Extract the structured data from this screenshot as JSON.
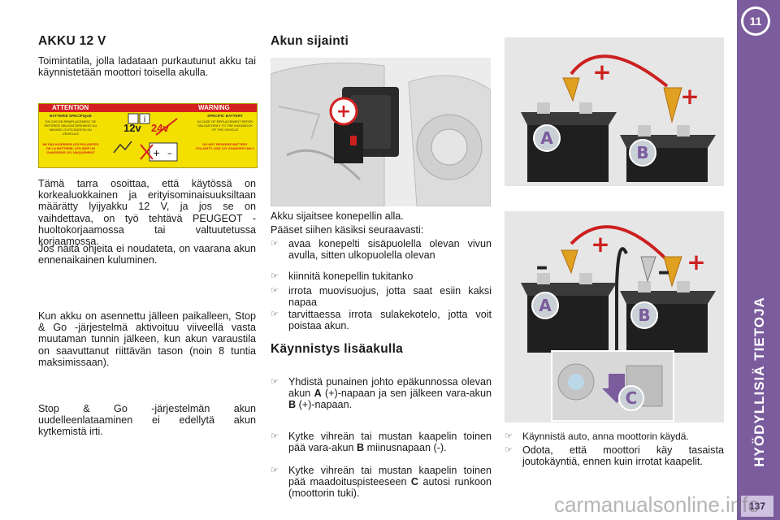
{
  "left": {
    "title": "AKKU 12 V",
    "intro": "Toimintatila, jolla ladataan purkautunut akku tai käynnistetään moottori toisella akulla.",
    "label": {
      "attention": "ATTENTION",
      "warning": "WARNING",
      "fr_head": "BATTERIE SPECIFIQUE",
      "fr_body": "EN CAS DE REMPLACEMENT SE REFERER OBLIGATOIREMENT AU MANUEL D'UTILISATION DU VEHICULE",
      "en_head": "SPECIFIC BATTERY",
      "en_body": "IN CASE OF REPLACEMENT REFER OBLIGATORILY TO THE HANDBOOK OF THE VEHICLE",
      "fr_warn": "NE PAS INVERSER LES POLARITES DE LA BATTERIE, UTILISER UN CHARGEUR 12V UNIQUEMENT",
      "en_warn": "DO NOT REVERSE BATTERY POLARITY, USE 12V CHARGER ONLY",
      "v12": "12v",
      "v24": "24v"
    },
    "p1": "Tämä tarra osoittaa, että käytössä on korkealuokkainen ja erityisominaisuuksiltaan määrätty lyijyakku 12 V, ja jos se on vaihdettava, on työ tehtävä PEUGEOT -huoltokorjaamossa tai valtuutetussa korjaamossa.",
    "p2": "Jos näitä ohjeita ei noudateta, on vaarana akun ennenaikainen kuluminen.",
    "p3": "Kun akku on asennettu jälleen paikalleen, Stop & Go -järjestelmä aktivoituu viiveellä vasta muutaman tunnin jälkeen, kun akun varaustila on saavuttanut riittävän tason (noin 8 tuntia maksimissaan).",
    "p4": "Stop & Go -järjestelmän akun uudelleenlataaminen ei edellytä akun kytkemistä irti."
  },
  "middle": {
    "title1": "Akun sijainti",
    "location_text": "Akku sijaitsee konepellin alla.",
    "access_text": "Pääset siihen käsiksi seuraavasti:",
    "steps": [
      "avaa konepelti sisäpuolella olevan vivun avulla, sitten ulkopuolella olevan",
      "kiinnitä konepellin tukitanko",
      "irrota muovisuojus, jotta saat esiin kaksi napaa",
      "tarvittaessa irrota sulakekotelo, jotta voit poistaa akun."
    ],
    "title2": "Käynnistys lisäakulla",
    "jump1_pre": "Yhdistä punainen johto epäkunnossa olevan akun ",
    "jump1_a": "A",
    "jump1_mid": " (+)-napaan ja sen jälkeen vara-akun ",
    "jump1_b": "B",
    "jump1_post": " (+)-napaan.",
    "jump2_pre": "Kytke vihreän tai mustan kaapelin toinen pää vara-akun ",
    "jump2_b": "B",
    "jump2_post": " miinusnapaan (-).",
    "jump3_pre": "Kytke vihreän tai mustan kaapelin toinen pää maadoituspisteeseen ",
    "jump3_c": "C",
    "jump3_post": " autosi runkoon (moottorin tuki)."
  },
  "right": {
    "fig_top": {
      "plus": "+",
      "label_a": "A",
      "label_b": "B"
    },
    "fig_bottom": {
      "plus": "+",
      "minus": "–",
      "label_a": "A",
      "label_b": "B",
      "label_c": "C"
    },
    "step1": "Käynnistä auto, anna moottorin käydä.",
    "step2": "Odota, että moottori käy tasaista joutokäyntiä, ennen kuin irrotat kaapelit."
  },
  "sidebar": {
    "chapter": "11",
    "section_title": "HYÖDYLLISIÄ TIETOJA",
    "page_number": "137"
  },
  "watermark": "carmanualsonline.info",
  "icons": {
    "bullet": "pointing-hand-icon"
  },
  "colors": {
    "accent": "#7b5c9c",
    "label_yellow": "#f3e000",
    "label_red": "#d42020"
  }
}
